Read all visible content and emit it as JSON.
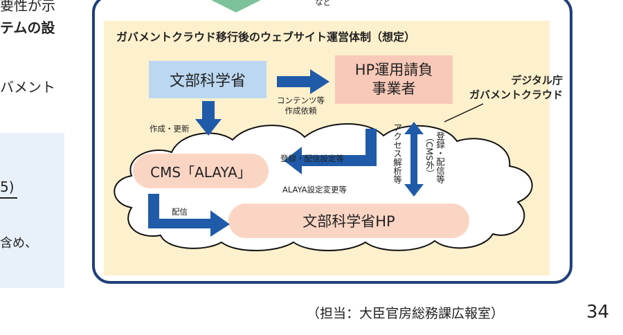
{
  "left_column": {
    "line1": "要性が示",
    "line2": "テムの設",
    "line3": "バメント",
    "line4": "5)",
    "line5": "含め、"
  },
  "diagram": {
    "title": "ガバメントクラウド移行後のウェブサイト運営体制（想定）",
    "top_note": "など",
    "nodes": {
      "mext": "文部科学省",
      "hp_contractor_line1": "HP運用請負",
      "hp_contractor_line2": "事業者",
      "cms": "CMS「ALAYA」",
      "mext_hp": "文部科学省HP"
    },
    "cloud_label_line1": "デジタル庁",
    "cloud_label_line2": "ガバメントクラウド",
    "arrow_labels": {
      "content_request_line1": "コンテンツ等",
      "content_request_line2": "作成依頼",
      "create_update": "作成・更新",
      "register_settings": "登録・配信設定等",
      "alaya_settings": "ALAYA設定変更等",
      "delivery": "配信",
      "access_analysis": "アクセス解析等",
      "register_delivery": "登録・配信等",
      "outside_cms": "（CMS外）"
    }
  },
  "footer": {
    "department": "（担当：大臣官房総務課広報室）",
    "page_number": "34"
  },
  "colors": {
    "frame": "#1f3f7a",
    "arrow": "#1f5ba8",
    "yellow_panel": "#fdf0cc",
    "mext_box": "#bcd7f2",
    "contractor_box": "#f8c9b8",
    "pill": "#fbd5c4"
  }
}
